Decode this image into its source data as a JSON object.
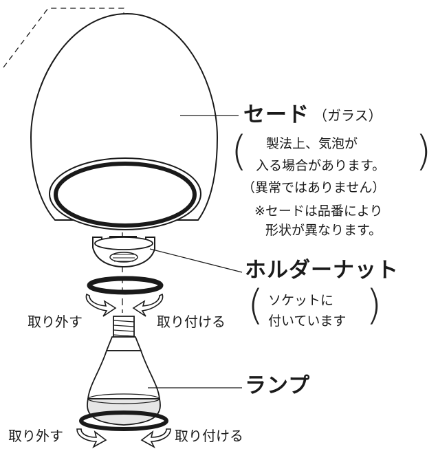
{
  "labels": {
    "shade_title": "セード",
    "shade_material": "（ガラス）",
    "shade_note_line1": "製法上、気泡が",
    "shade_note_line2": "入る場合があります。",
    "shade_note_line3": "（異常ではありません）",
    "shade_note2_line1": "※セードは品番により",
    "shade_note2_line2": "形状が異なります。",
    "holder_title": "ホルダーナット",
    "holder_note_line1": "ソケットに",
    "holder_note_line2": "付いています",
    "lamp_title": "ランプ",
    "remove_upper": "取り外す",
    "attach_upper": "取り付ける",
    "remove_lower": "取り外す",
    "attach_lower": "取り付ける"
  },
  "colors": {
    "line": "#1a1a1a",
    "lamp_shade": "#e6e6e6"
  }
}
